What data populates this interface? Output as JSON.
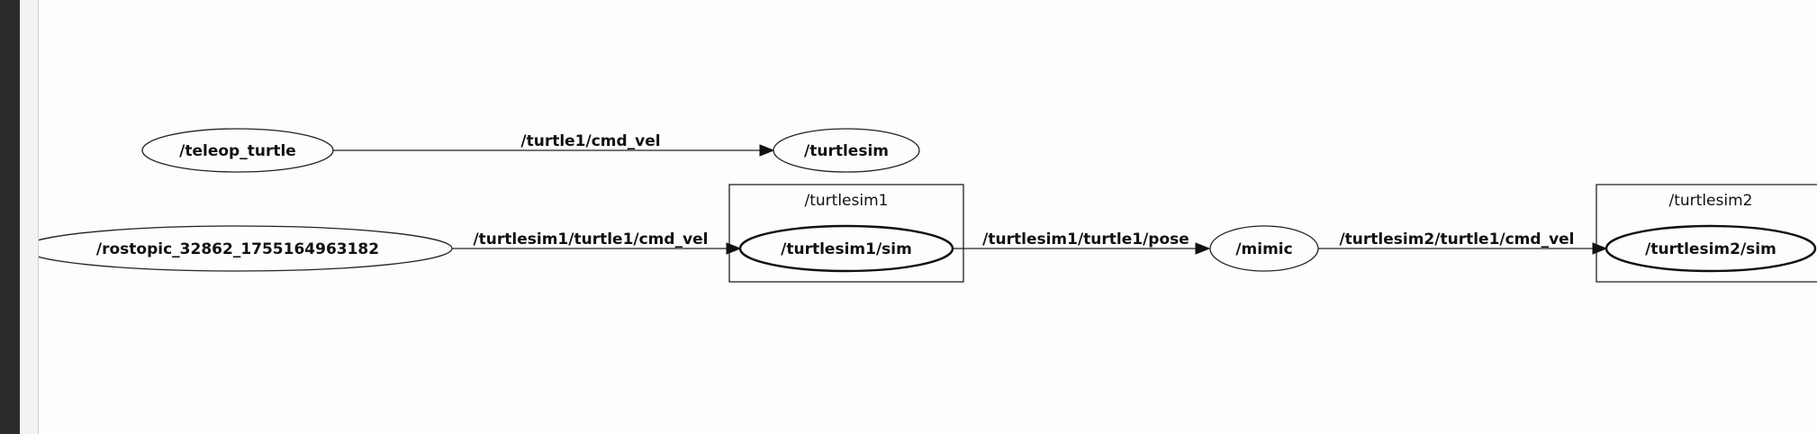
{
  "graph": {
    "nodes": {
      "teleop_turtle": "/teleop_turtle",
      "turtlesim": "/turtlesim",
      "rostopic": "/rostopic_32862_1755164963182",
      "turtlesim1_sim": "/turtlesim1/sim",
      "mimic": "/mimic",
      "turtlesim2_sim": "/turtlesim2/sim"
    },
    "clusters": {
      "turtlesim1": "/turtlesim1",
      "turtlesim2": "/turtlesim2"
    },
    "edges": {
      "teleop_to_turtlesim": "/turtle1/cmd_vel",
      "rostopic_to_turtlesim1": "/turtlesim1/turtle1/cmd_vel",
      "turtlesim1_to_mimic": "/turtlesim1/turtle1/pose",
      "mimic_to_turtlesim2": "/turtlesim2/turtle1/cmd_vel"
    }
  }
}
